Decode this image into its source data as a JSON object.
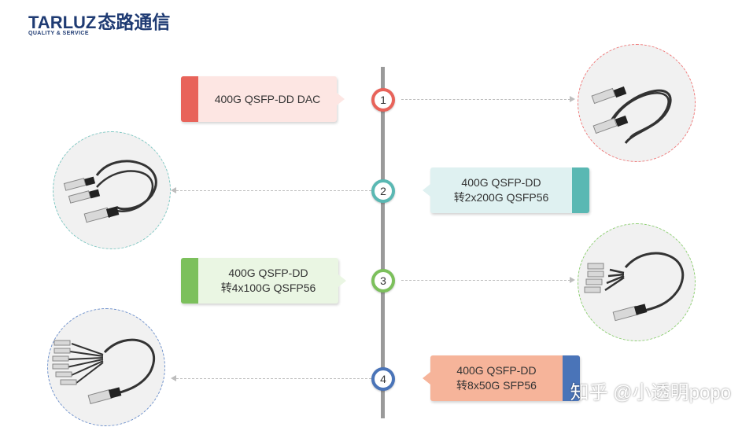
{
  "logo": {
    "name": "TARLUZ",
    "chinese": "态路通信",
    "tagline": "QUALITY & SERVICE"
  },
  "items": [
    {
      "number": "1",
      "line1": "400G QSFP-DD DAC",
      "line2": "",
      "color": "#e8635a",
      "bg": "#fde6e3"
    },
    {
      "number": "2",
      "line1": "400G QSFP-DD",
      "line2": "转2x200G QSFP56",
      "color": "#5ab8b3",
      "bg": "#dff1f1"
    },
    {
      "number": "3",
      "line1": "400G QSFP-DD",
      "line2": "转4x100G QSFP56",
      "color": "#7cc05c",
      "bg": "#eaf6e3"
    },
    {
      "number": "4",
      "line1": "400G QSFP-DD",
      "line2": "转8x50G SFP56",
      "color": "#4a74b8",
      "bg": "#f6b49a"
    }
  ],
  "product_images": [
    {
      "icon": "cable-1-to-1",
      "border": "#f07a7a"
    },
    {
      "icon": "cable-1-to-2",
      "border": "#7dc7c2"
    },
    {
      "icon": "cable-1-to-4",
      "border": "#8ccf70"
    },
    {
      "icon": "cable-1-to-8",
      "border": "#6b8fcc"
    }
  ],
  "watermark": "知乎 @小透明popo"
}
